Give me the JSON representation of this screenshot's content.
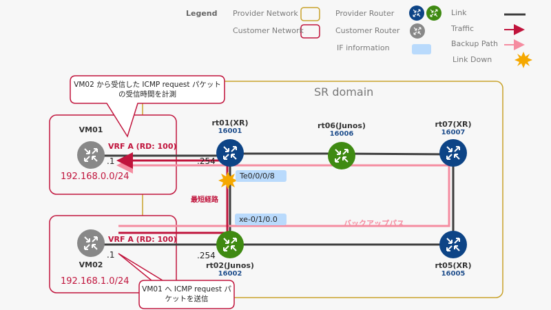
{
  "legend": {
    "title": "Legend",
    "provider_network": "Provider Network",
    "customer_network": "Customer Network",
    "provider_router": "Provider Router",
    "customer_router": "Customer Router",
    "if_information": "IF information",
    "link": "Link",
    "traffic": "Traffic",
    "backup_path": "Backup Path",
    "link_down": "Link Down"
  },
  "colors": {
    "provider_network": "#c8a22a",
    "customer_network": "#c0143c",
    "router_xr": "#0d4486",
    "router_junos": "#3f8a12",
    "router_customer": "#888888",
    "link": "#3d3d3d",
    "traffic": "#c0143c",
    "backup": "#f58ca0",
    "if_info": "#b9dafc",
    "link_down": "#f5a800"
  },
  "domain": {
    "label": "SR domain"
  },
  "routers": {
    "rt01": {
      "name": "rt01(XR)",
      "sid": "16001"
    },
    "rt06": {
      "name": "rt06(Junos)",
      "sid": "16006"
    },
    "rt07": {
      "name": "rt07(XR)",
      "sid": "16007"
    },
    "rt02": {
      "name": "rt02(Junos)",
      "sid": "16002"
    },
    "rt05": {
      "name": "rt05(XR)",
      "sid": "16005"
    }
  },
  "vms": {
    "vm01": {
      "name": "VM01",
      "vrf": "VRF A (RD: 100)",
      "ip": ".1",
      "gw": ".254",
      "subnet": "192.168.0.0/24"
    },
    "vm02": {
      "name": "VM02",
      "vrf": "VRF A (RD: 100)",
      "ip": ".1",
      "gw": ".254",
      "subnet": "192.168.1.0/24"
    }
  },
  "interfaces": {
    "rt01_if": "Te0/0/0/8",
    "rt02_if": "xe-0/1/0.0"
  },
  "paths": {
    "shortest": "最短経路",
    "backup": "バックアップパス"
  },
  "callouts": {
    "top": "VM02 から受信した ICMP request パケットの受信時間を計測",
    "bottom": "VM01 へ ICMP request パケットを送信"
  }
}
